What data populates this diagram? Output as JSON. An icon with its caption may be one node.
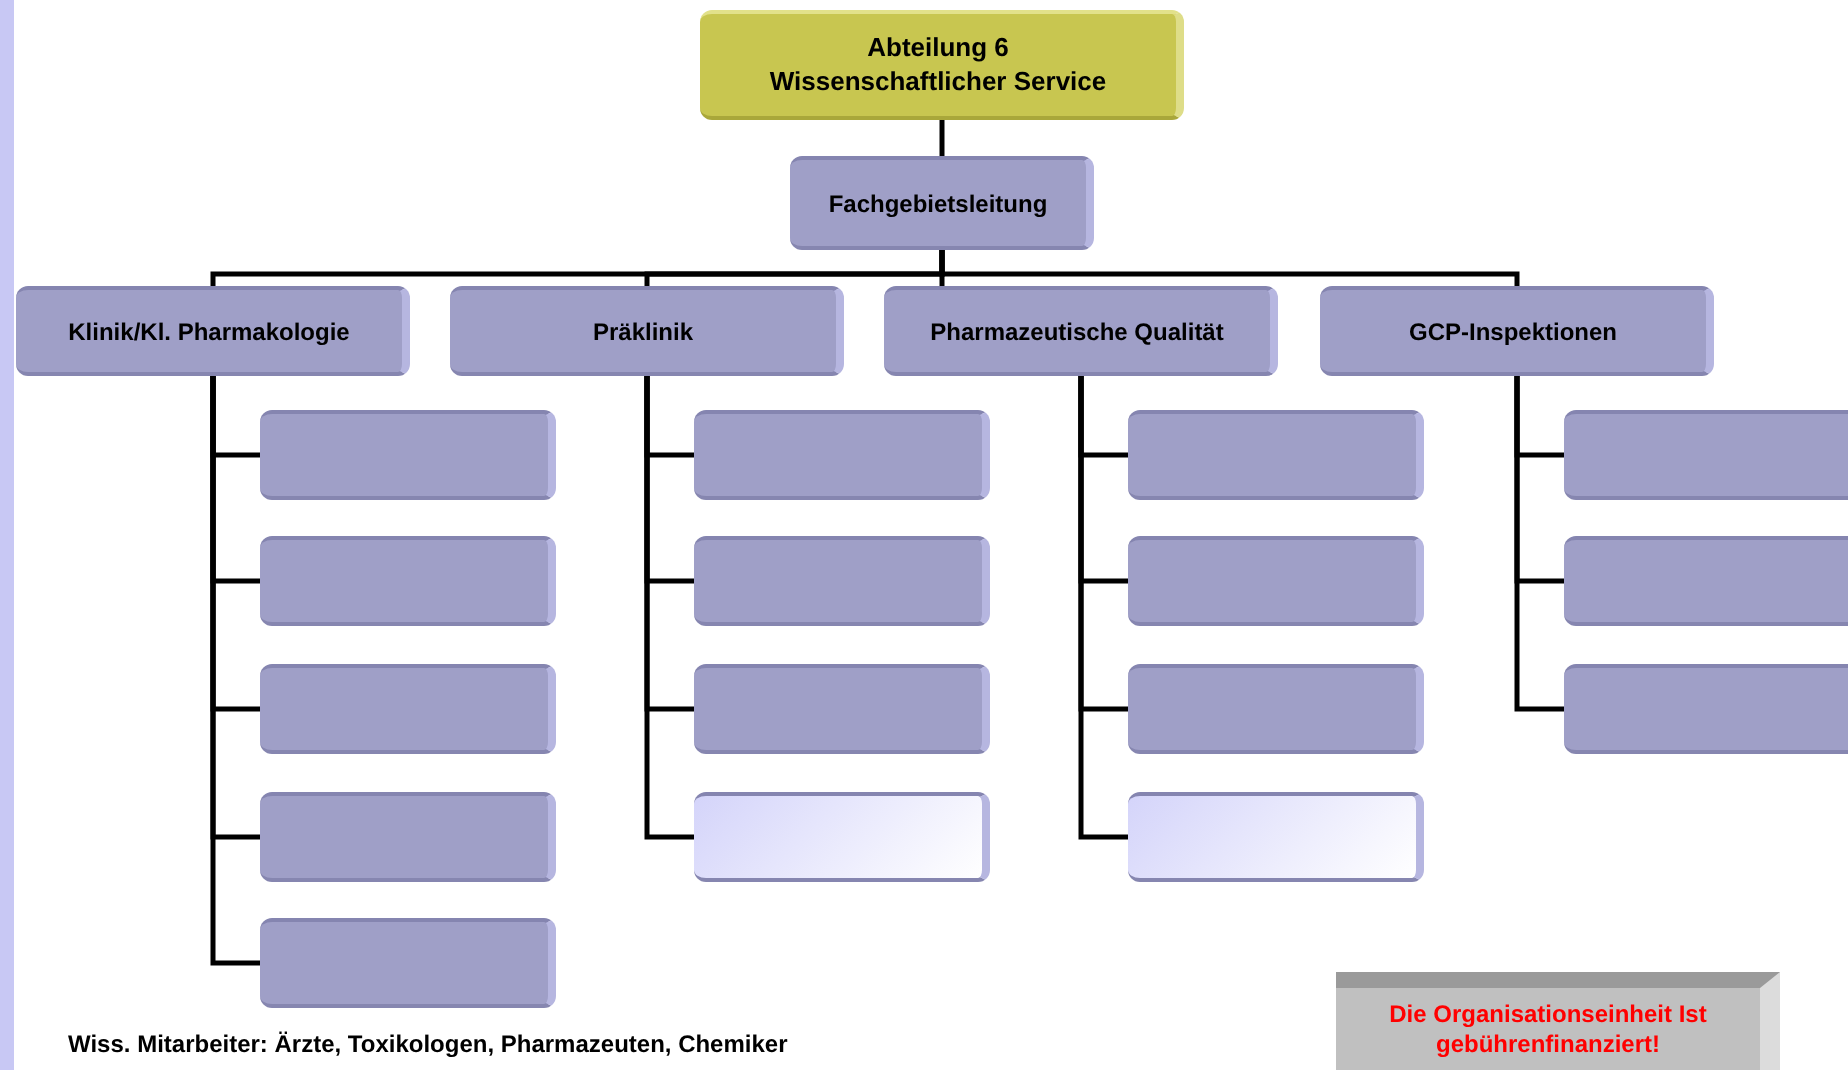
{
  "diagram": {
    "nodes": [
      {
        "text": [
          "Abteilung 6",
          "Wissenschaftlicher Service"
        ]
      },
      {
        "text": [
          "Fachgebietsleitung"
        ]
      },
      {
        "text": [
          "Klinik/Kl. Pharmakologie"
        ]
      },
      {
        "text": [
          "Präklinik"
        ]
      },
      {
        "text": [
          "Pharmazeutische Qualität"
        ]
      },
      {
        "text": [
          "GCP-Inspektionen"
        ]
      },
      {
        "text": [],
        "shape": "box"
      },
      {
        "text": [],
        "shape": "box"
      },
      {
        "text": [],
        "shape": "box"
      },
      {
        "text": [],
        "shape": "box"
      },
      {
        "text": [],
        "shape": "box"
      },
      {
        "text": [],
        "shape": "box"
      },
      {
        "text": [],
        "shape": "box"
      },
      {
        "text": [],
        "shape": "box"
      },
      {
        "text": [],
        "shape": "box"
      },
      {
        "text": [],
        "shape": "box"
      },
      {
        "text": [],
        "shape": "box"
      },
      {
        "text": [],
        "shape": "box"
      },
      {
        "text": [],
        "shape": "box"
      },
      {
        "text": [],
        "shape": "box"
      },
      {
        "text": [],
        "shape": "box"
      },
      {
        "text": [],
        "shape": "box"
      },
      {
        "text": [
          "Die Organisationseinheit Ist gebührenfinanziert!"
        ]
      }
    ],
    "edges": [
      {
        "from": 0,
        "to": 1,
        "arrow": "none"
      },
      {
        "from": 1,
        "to": 2,
        "arrow": "none"
      },
      {
        "from": 1,
        "to": 3,
        "arrow": "none"
      },
      {
        "from": 1,
        "to": 4,
        "arrow": "none"
      },
      {
        "from": 1,
        "to": 5,
        "arrow": "none"
      },
      {
        "from": 2,
        "to": 6,
        "arrow": "none"
      },
      {
        "from": 2,
        "to": 7,
        "arrow": "none"
      },
      {
        "from": 2,
        "to": 8,
        "arrow": "none"
      },
      {
        "from": 2,
        "to": 9,
        "arrow": "none"
      },
      {
        "from": 2,
        "to": 10,
        "arrow": "none"
      },
      {
        "from": 3,
        "to": 11,
        "arrow": "none"
      },
      {
        "from": 3,
        "to": 12,
        "arrow": "none"
      },
      {
        "from": 3,
        "to": 13,
        "arrow": "none"
      },
      {
        "from": 3,
        "to": 14,
        "arrow": "none"
      },
      {
        "from": 4,
        "to": 15,
        "arrow": "none"
      },
      {
        "from": 4,
        "to": 16,
        "arrow": "none"
      },
      {
        "from": 4,
        "to": 17,
        "arrow": "none"
      },
      {
        "from": 4,
        "to": 18,
        "arrow": "none"
      },
      {
        "from": 5,
        "to": 19,
        "arrow": "none"
      },
      {
        "from": 5,
        "to": 20,
        "arrow": "none"
      },
      {
        "from": 5,
        "to": 21,
        "arrow": "none"
      }
    ],
    "labels": [
      "Wiss. Mitarbeiter: Ärzte, Toxikologen, Pharmazeuten, Chemiker"
    ]
  }
}
